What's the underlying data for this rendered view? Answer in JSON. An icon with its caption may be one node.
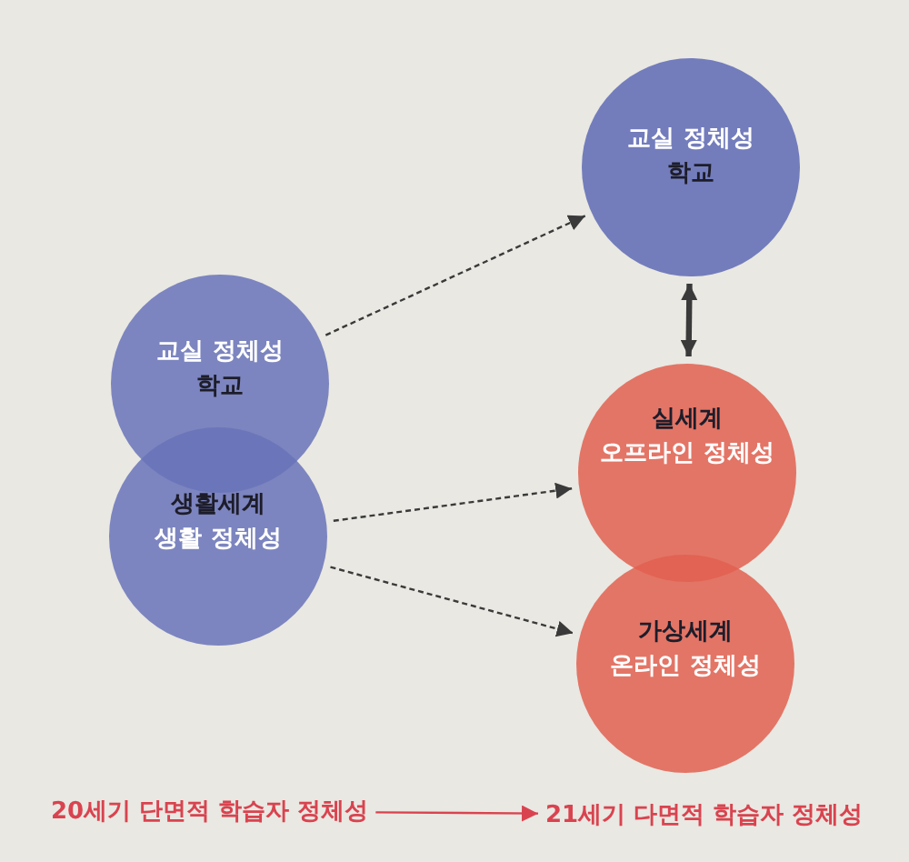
{
  "diagram": {
    "nodes": [
      {
        "text": [
          "교실 정체성",
          "학교"
        ]
      },
      {
        "text": [
          "생활세계",
          "생활 정체성"
        ]
      },
      {
        "text": [
          "교실 정체성",
          "학교"
        ]
      },
      {
        "text": [
          "실세계",
          "오프라인 정체성"
        ]
      },
      {
        "text": [
          "가상세계",
          "온라인 정체성"
        ]
      },
      {
        "text": [
          "20세기 단면적 학습자 정체성"
        ]
      },
      {
        "text": [
          "21세기 다면적 학습자 정체성"
        ]
      }
    ],
    "edges": [
      {
        "from": 0,
        "to": 2,
        "arrow": "to",
        "style": "dashed"
      },
      {
        "from": 1,
        "to": 3,
        "arrow": "to",
        "style": "dashed"
      },
      {
        "from": 1,
        "to": 4,
        "arrow": "to",
        "style": "dashed"
      },
      {
        "from": 2,
        "to": 3,
        "arrow": "both",
        "style": "thick"
      },
      {
        "from": 5,
        "to": 6,
        "arrow": "to",
        "color": "#d9434f"
      }
    ]
  }
}
